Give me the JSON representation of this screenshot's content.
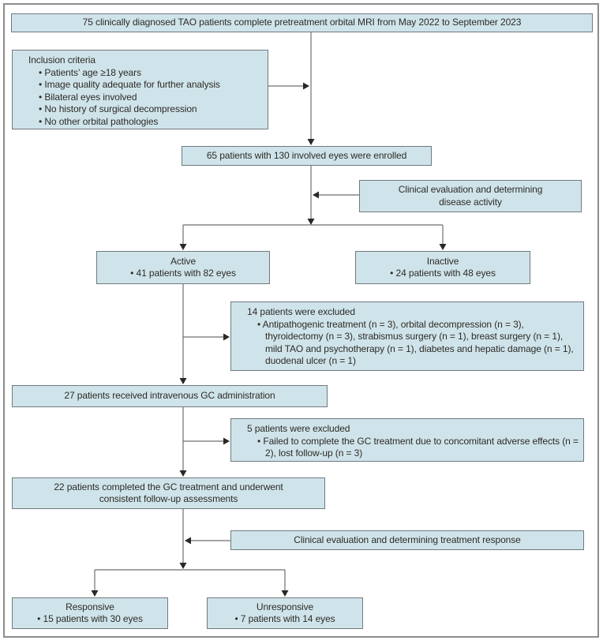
{
  "figure": {
    "type": "flowchart",
    "colors": {
      "box_fill": "#cfe4ea",
      "box_border": "#70797d",
      "line": "#6f6f6f",
      "arrowhead": "#2b2722",
      "frame_border": "#8c8c8c",
      "text": "#2d2a26",
      "background": "#ffffff"
    },
    "nodes": {
      "top": {
        "text": "75 clinically diagnosed TAO patients complete pretreatment orbital MRI from May 2022 to September 2023"
      },
      "inclusion": {
        "title": "Inclusion criteria",
        "bullets": [
          "• Patients’ age ≥18 years",
          "• Image quality adequate for further analysis",
          "• Bilateral eyes involved",
          "• No history of surgical decompression",
          "• No other orbital pathologies"
        ]
      },
      "enrolled": {
        "text": "65 patients with 130 involved eyes were enrolled"
      },
      "eval_activity": {
        "text": "Clinical evaluation and determining\ndisease activity"
      },
      "active": {
        "title": "Active",
        "bullet": "• 41 patients with 82 eyes"
      },
      "inactive": {
        "title": "Inactive",
        "bullet": "• 24 patients with 48 eyes"
      },
      "excluded14": {
        "title": "14 patients were excluded",
        "bullet": "• Antipathogenic treatment (n = 3), orbital decompression (n = 3), thyroidectomy (n = 3), strabismus surgery (n = 1), breast surgery (n = 1), mild TAO and psychotherapy (n = 1), diabetes and hepatic damage (n = 1), duodenal ulcer (n = 1)"
      },
      "gc27": {
        "text": "27 patients received intravenous GC administration"
      },
      "excluded5": {
        "title": "5 patients were excluded",
        "bullet": "• Failed to complete the GC treatment due to concomitant adverse effects (n = 2), lost follow-up (n = 3)"
      },
      "gc22": {
        "text": "22 patients completed the GC treatment and underwent\nconsistent follow-up assessments"
      },
      "eval_response": {
        "text": "Clinical evaluation and determining treatment response"
      },
      "responsive": {
        "title": "Responsive",
        "bullet": "• 15 patients with 30 eyes"
      },
      "unresponsive": {
        "title": "Unresponsive",
        "bullet": "• 7 patients with 14 eyes"
      }
    }
  }
}
